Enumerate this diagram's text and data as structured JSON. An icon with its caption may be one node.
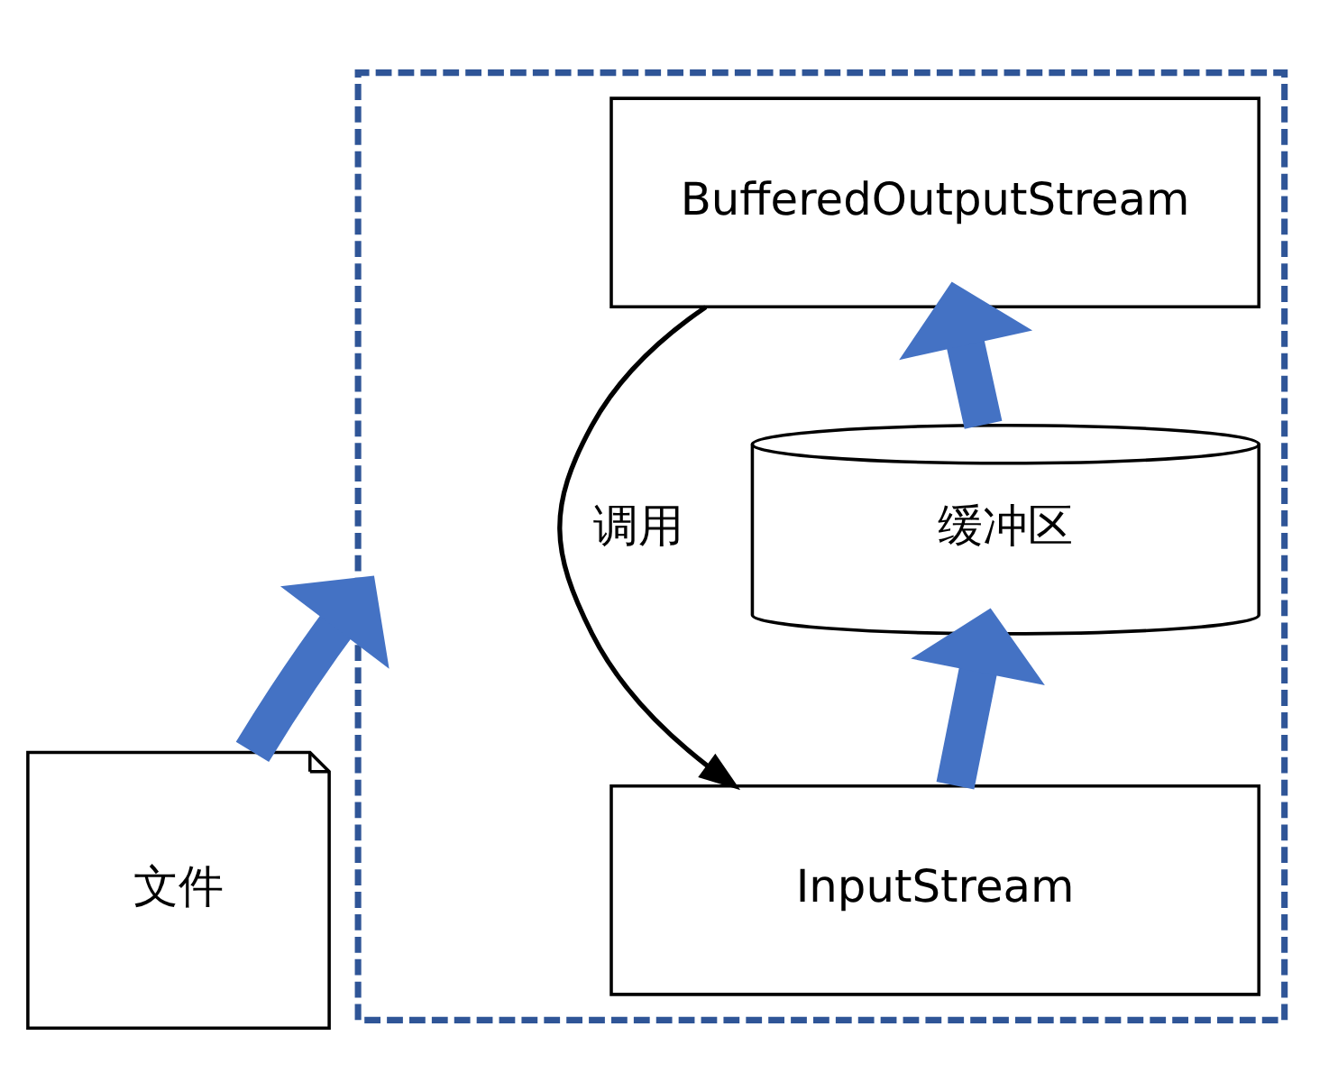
{
  "diagram": {
    "nodes": [
      {
        "text": [],
        "shape": "box"
      },
      {
        "text": [
          "BufferedOutputStream"
        ],
        "in": 0
      },
      {
        "text": [
          "缓冲区"
        ],
        "in": 0
      },
      {
        "text": [
          "InputStream"
        ],
        "in": 0
      },
      {
        "text": [
          "文件"
        ]
      }
    ],
    "edges": [
      {
        "from": 3,
        "to": 2,
        "arrow": "to"
      },
      {
        "from": 2,
        "to": 1,
        "arrow": "to"
      },
      {
        "from": 1,
        "to": 3,
        "arrow": "to",
        "label": "调用",
        "color": "#000000"
      },
      {
        "from": 4,
        "to": 0,
        "arrow": "to"
      }
    ]
  }
}
